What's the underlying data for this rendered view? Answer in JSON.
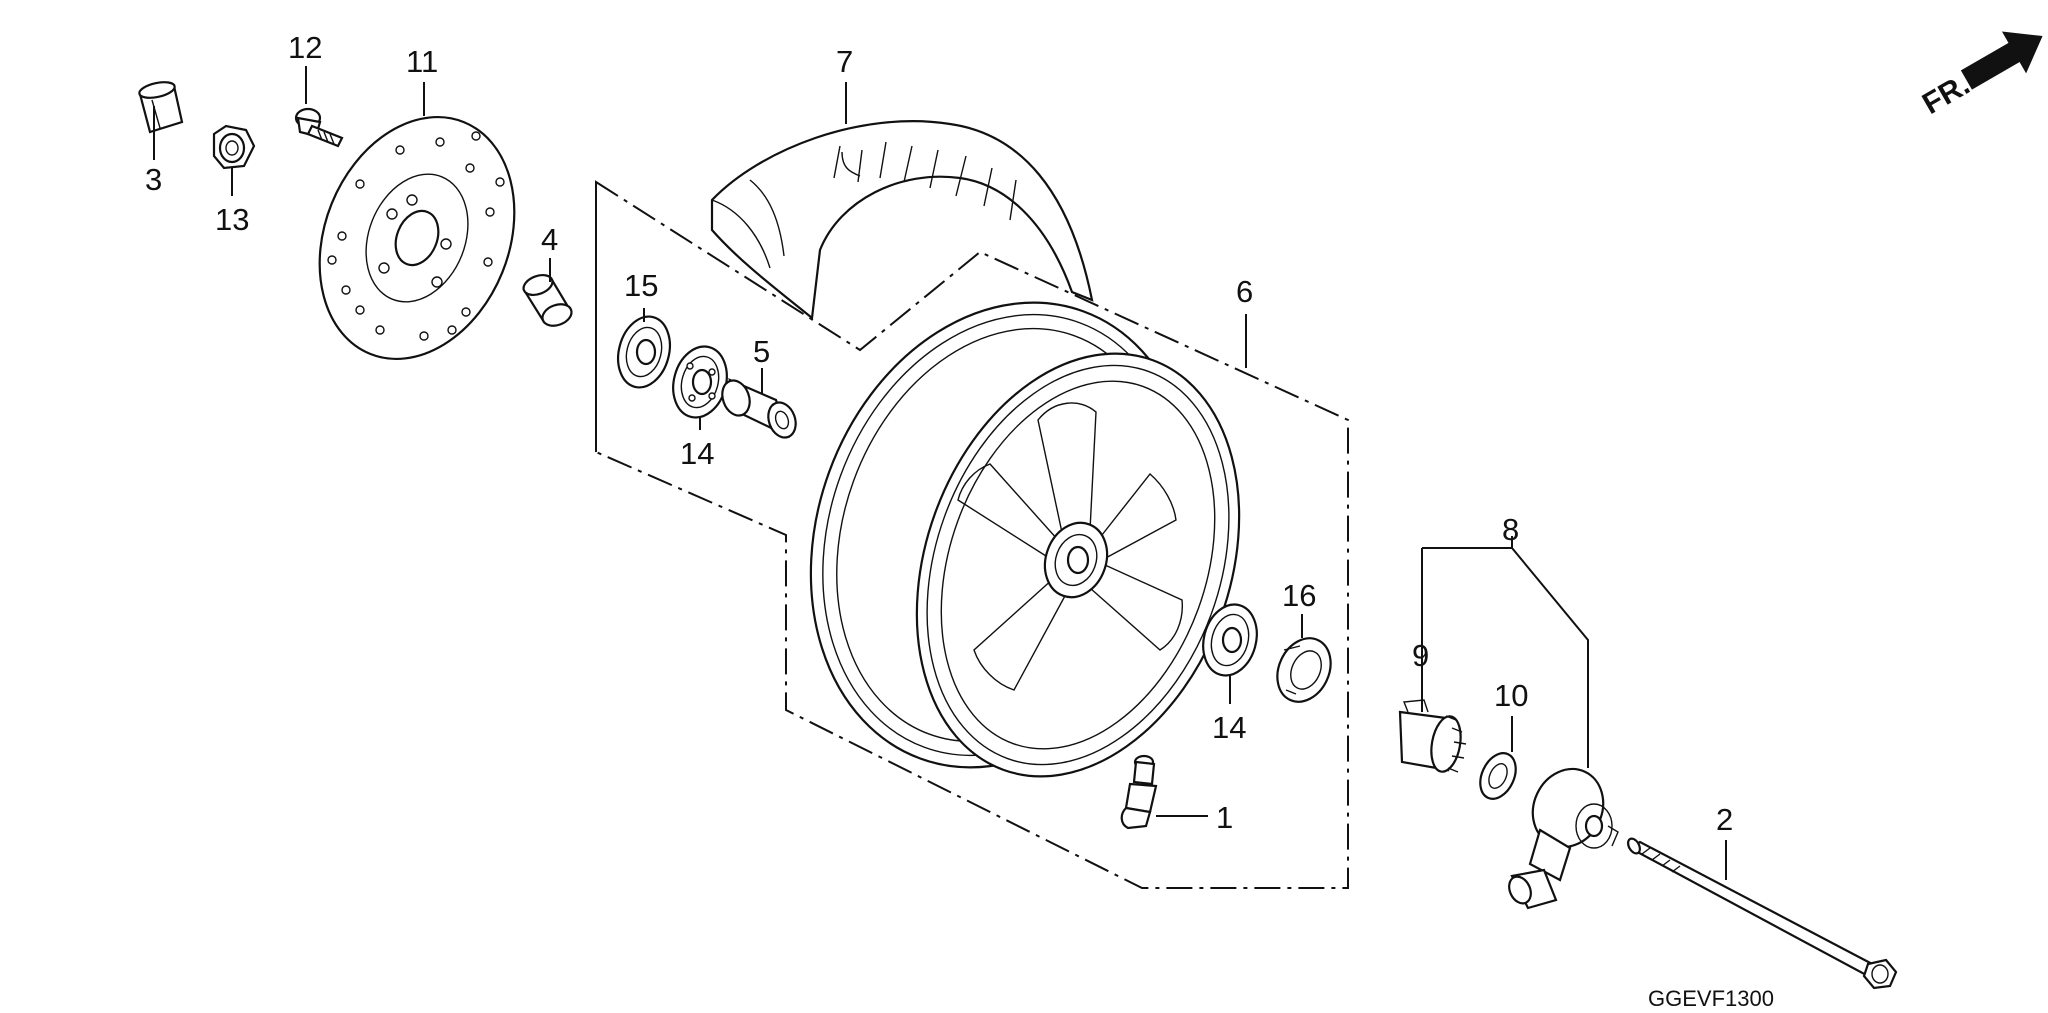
{
  "diagram": {
    "callouts": {
      "c1": "1",
      "c2": "2",
      "c3": "3",
      "c4": "4",
      "c5": "5",
      "c6": "6",
      "c7": "7",
      "c8": "8",
      "c9": "9",
      "c10": "10",
      "c11": "11",
      "c12": "12",
      "c13": "13",
      "c14a": "14",
      "c14b": "14",
      "c15": "15",
      "c16": "16"
    },
    "front_indicator": "FR.",
    "diagram_code": "GGEVF1300"
  }
}
